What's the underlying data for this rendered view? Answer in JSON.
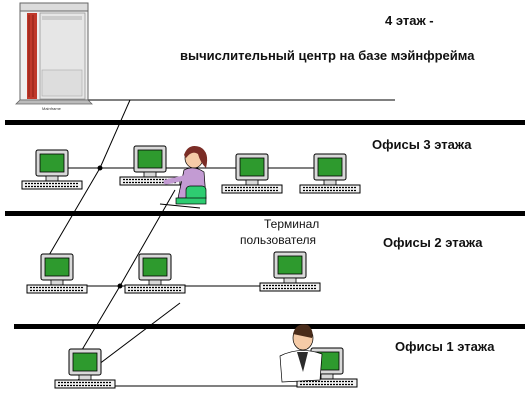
{
  "labels": {
    "floor4_title": "4 этаж -",
    "floor4_subtitle": "вычислительный центр на базе мэйнфрейма",
    "floor3": "Офисы 3 этажа",
    "floor2": "Офисы 2 этажа",
    "floor1": "Офисы 1 этажа",
    "terminal_line1": "Терминал",
    "terminal_line2": "пользователя",
    "mainframe_caption": "Mainframe"
  },
  "colors": {
    "screen": "#2e9a2e",
    "monitor": "#d9d9d9",
    "mainframe_front": "#c0392b",
    "line": "#000000",
    "shirt_woman": "#c39bd3",
    "chair": "#2ecc71",
    "hair": "#7b2d26"
  }
}
